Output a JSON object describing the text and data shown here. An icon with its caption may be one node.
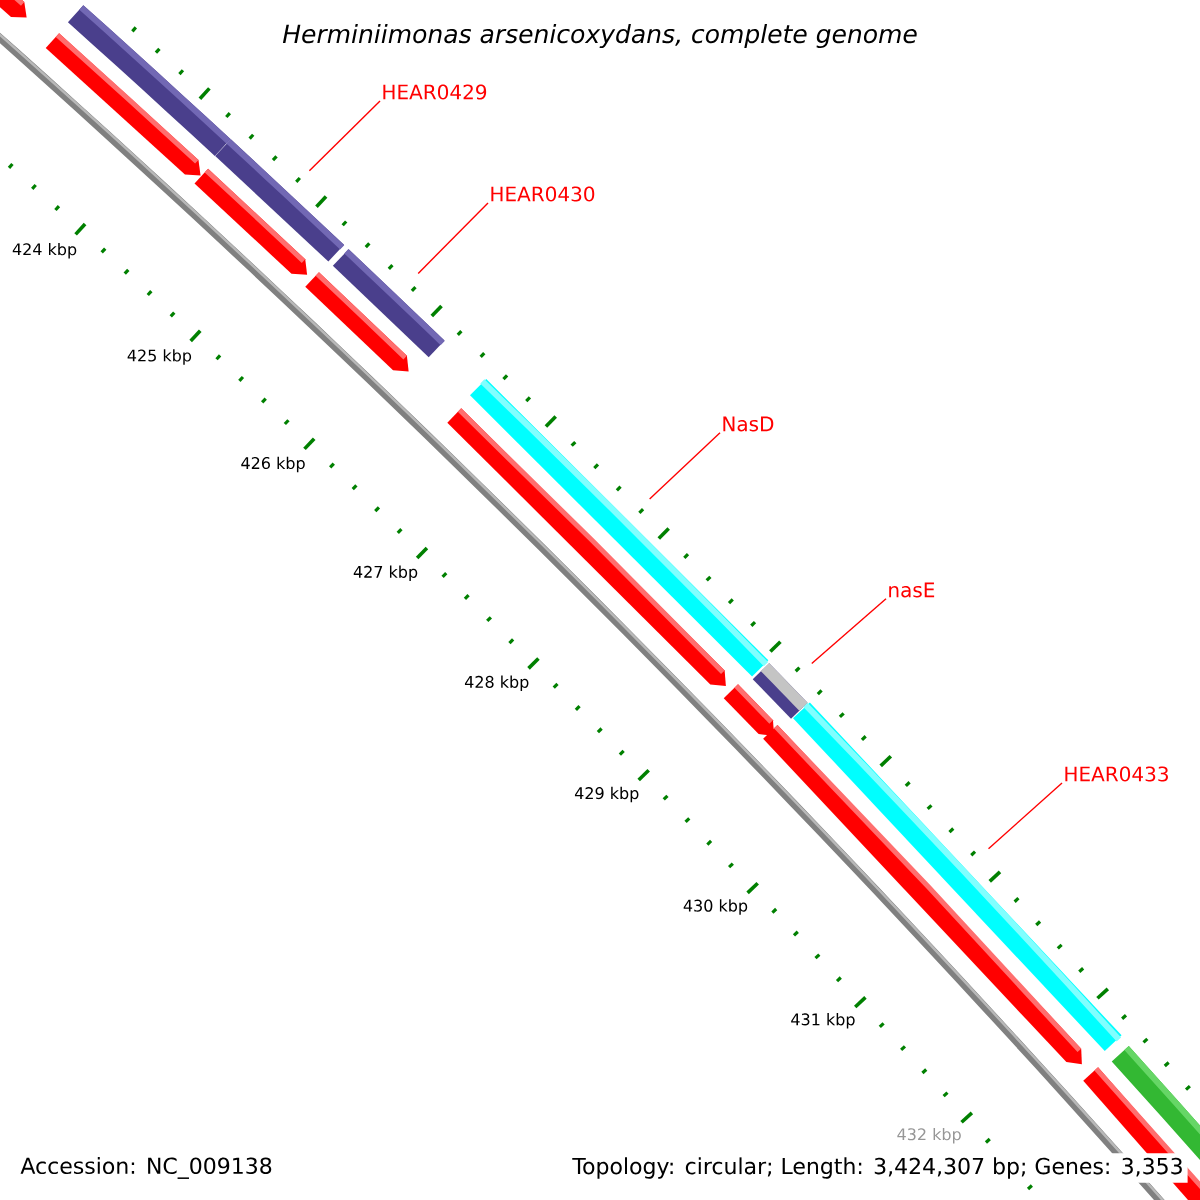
{
  "diagram": {
    "title": "Herminiimonas arsenicoxydans, complete genome",
    "nodes": [
      {
        "text": [
          "HEAR0429"
        ]
      },
      {
        "text": [],
        "shape": "bar"
      },
      {
        "text": [
          "HEAR0430"
        ]
      },
      {
        "text": [],
        "shape": "bar"
      },
      {
        "text": [
          "NasD"
        ]
      },
      {
        "text": [],
        "shape": "bar"
      },
      {
        "text": [
          "nasE"
        ]
      },
      {
        "text": [],
        "shape": "bar"
      },
      {
        "text": [
          "HEAR0433"
        ]
      },
      {
        "text": [],
        "shape": "bar"
      }
    ],
    "edges": [
      {
        "from": 0,
        "to": 1,
        "arrow": "none"
      },
      {
        "from": 2,
        "to": 3,
        "arrow": "none"
      },
      {
        "from": 4,
        "to": 5,
        "arrow": "none"
      },
      {
        "from": 6,
        "to": 7,
        "arrow": "none"
      },
      {
        "from": 8,
        "to": 9,
        "arrow": "none"
      }
    ],
    "labels": [
      "424 kbp",
      "425 kbp",
      "426 kbp",
      "427 kbp",
      "428 kbp",
      "429 kbp",
      "430 kbp",
      "431 kbp",
      "432 kbp",
      "Accession: NC_009138",
      "Topology: circular; Length: 3,424,307 bp; Genes: 3,353"
    ]
  }
}
